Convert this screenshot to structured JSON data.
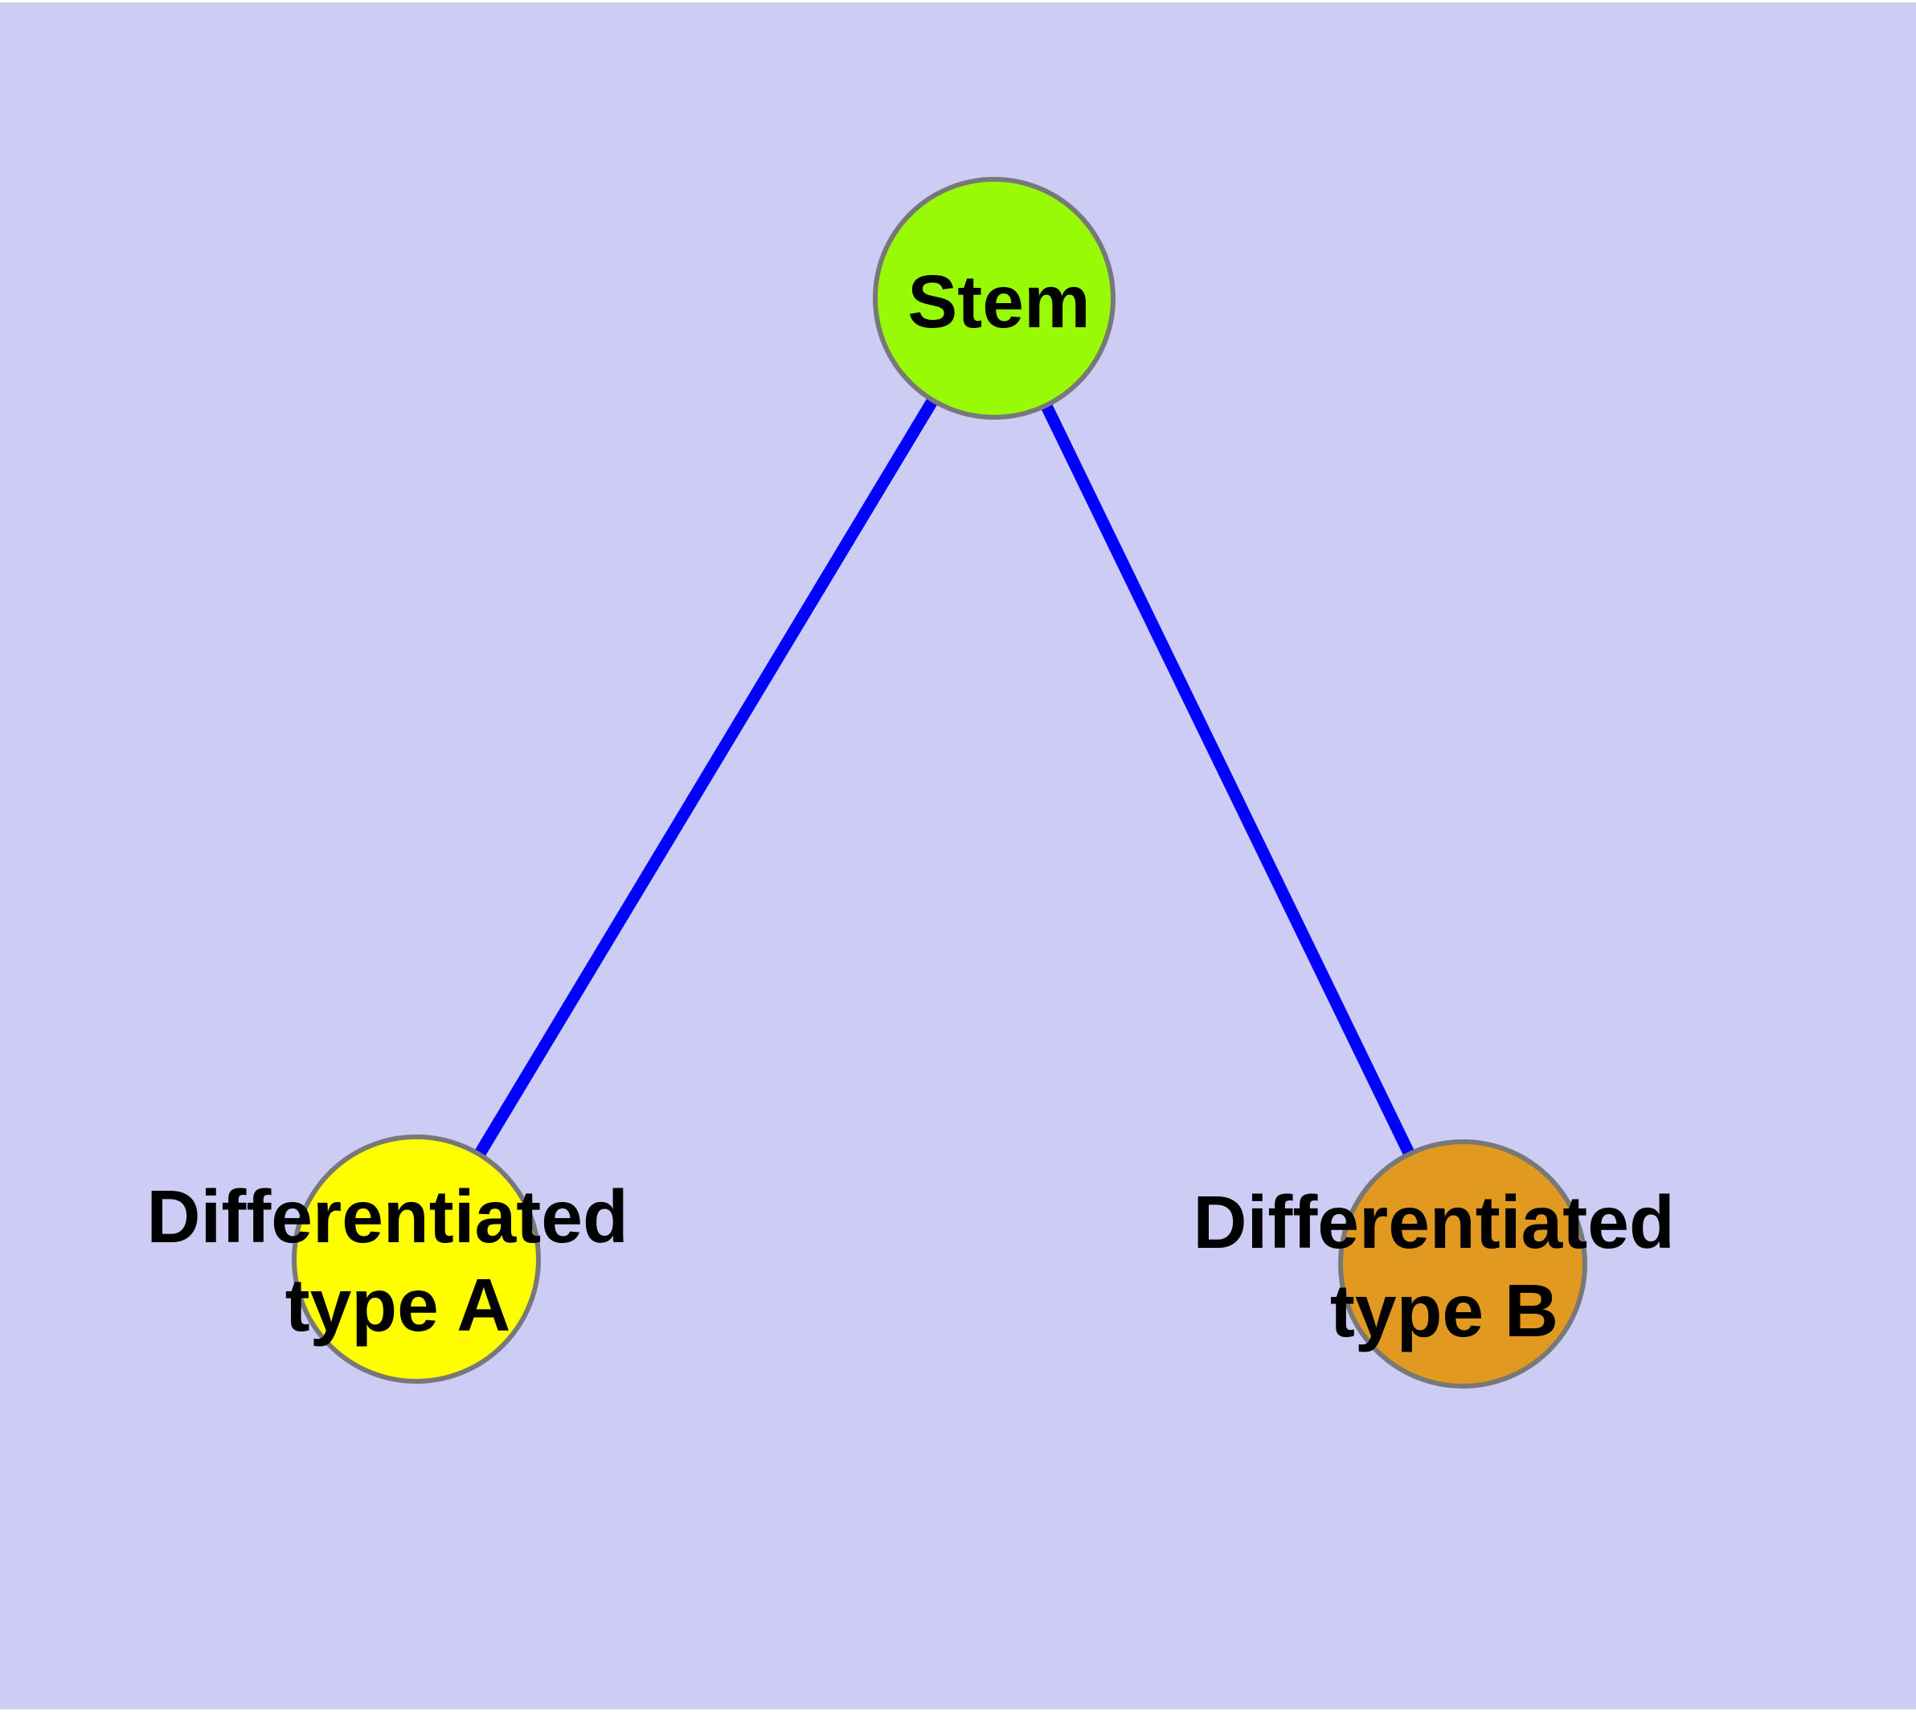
{
  "diagram": {
    "type": "graph",
    "background_color": "#CCCCF4",
    "margin_color": "#FFFFFF",
    "edge_color": "#0000FF",
    "node_border_color": "#787878",
    "text_color": "#000000",
    "nodes": [
      {
        "id": "stem",
        "label": "Stem",
        "color": "#98FA05"
      },
      {
        "id": "differentiated-type-a",
        "label": "Differentiated type A",
        "label_line1": "Differentiated",
        "label_line2": "type A",
        "color": "#FFFF00"
      },
      {
        "id": "differentiated-type-b",
        "label": "Differentiated type B",
        "label_line1": "Differentiated",
        "label_line2": "type B",
        "color": "#E2991F"
      }
    ],
    "edges": [
      {
        "from": "stem",
        "to": "differentiated-type-a"
      },
      {
        "from": "stem",
        "to": "differentiated-type-b"
      }
    ]
  }
}
